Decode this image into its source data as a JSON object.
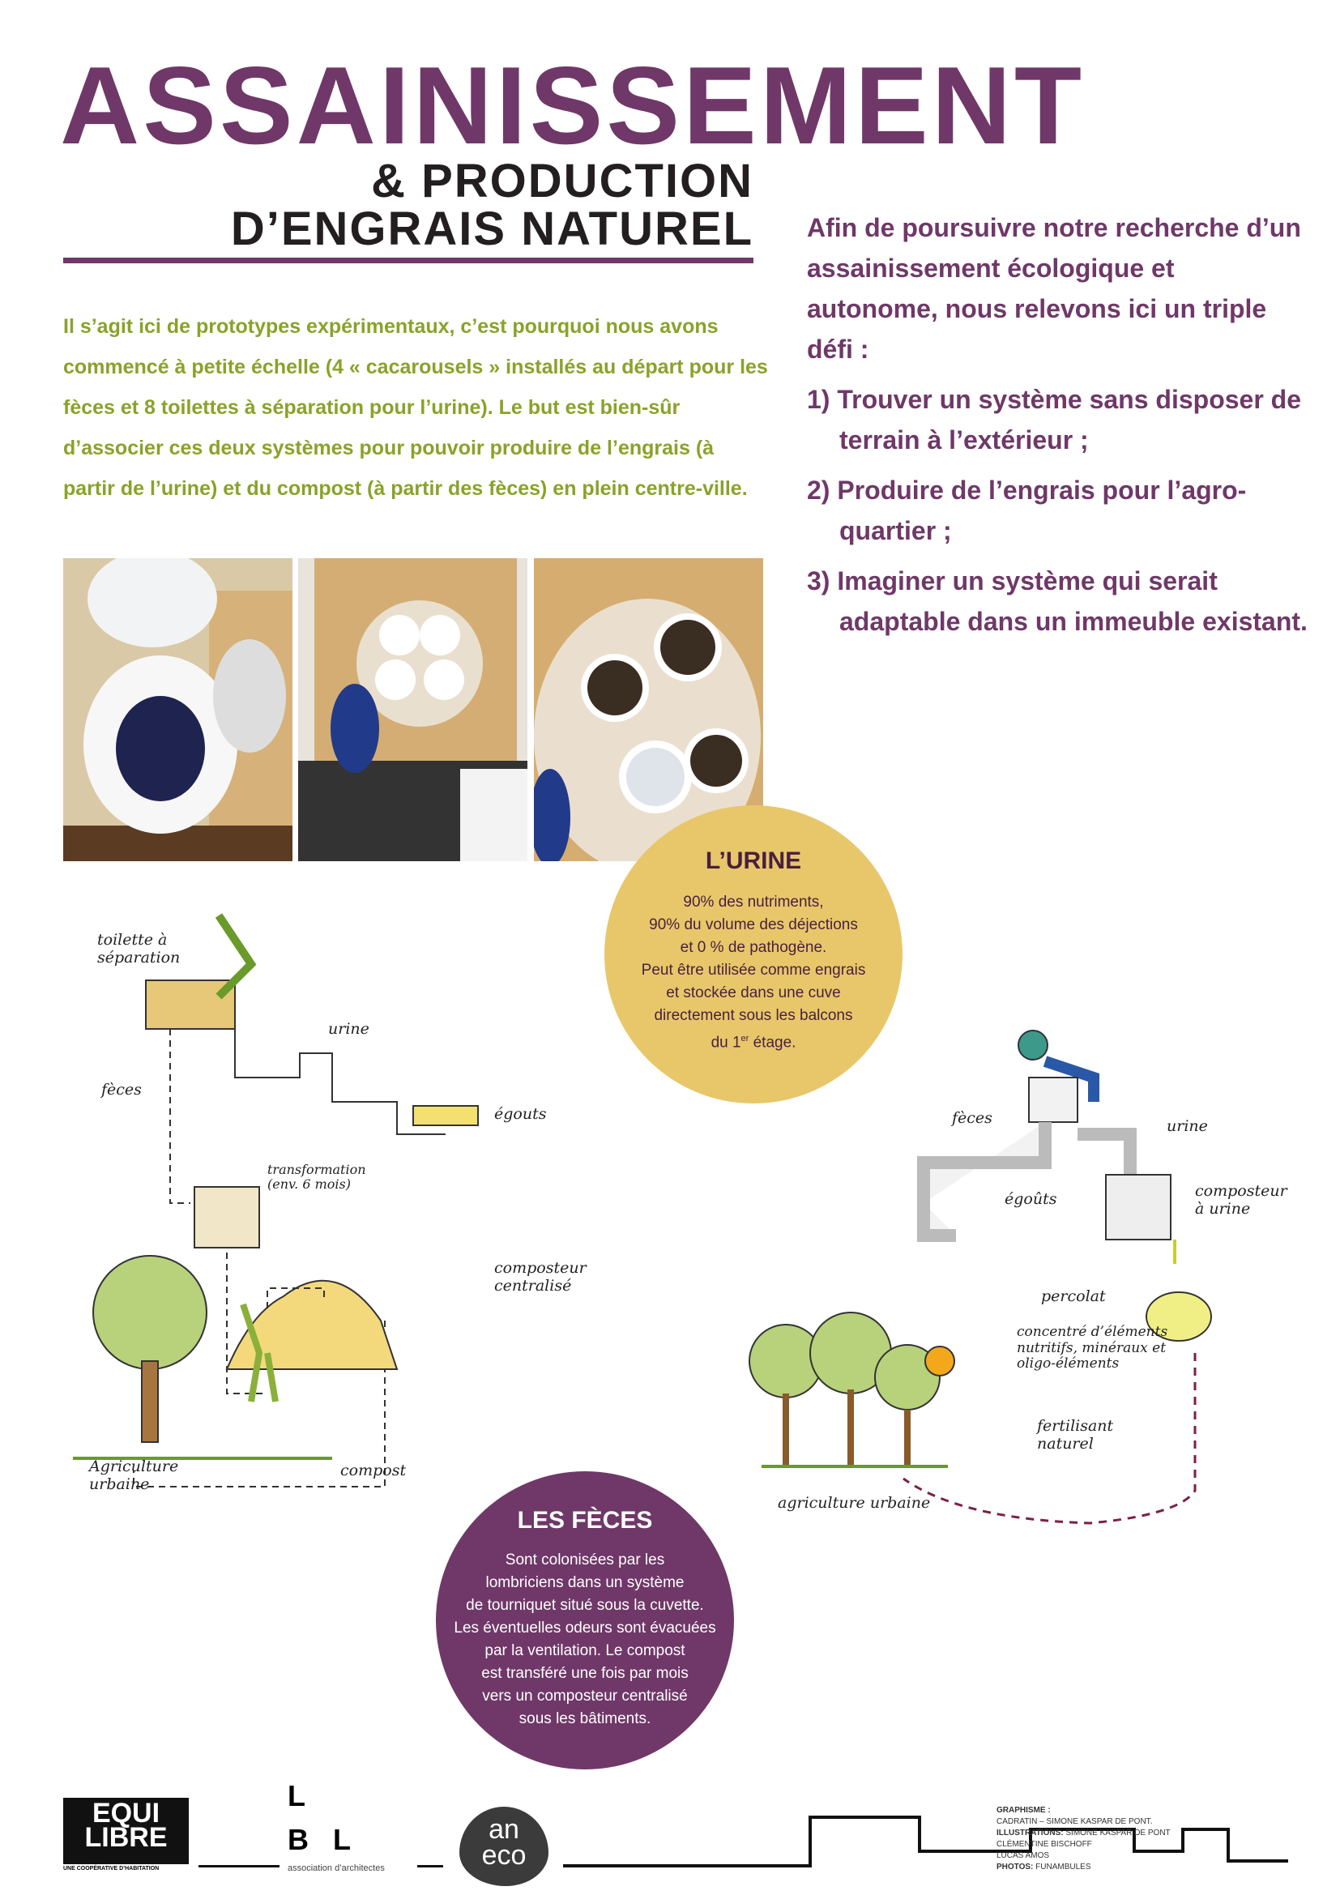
{
  "title": "ASSAINISSEMENT",
  "subtitle_1": "& PRODUCTION",
  "subtitle_2": "D’ENGRAIS NATUREL",
  "intro": "Il s’agit ici de prototypes expérimentaux, c’est pourquoi nous avons commencé à petite échelle (4 « cacarousels » installés au départ pour les fèces et 8 toilettes à séparation pour l’urine). Le but est bien-sûr d’associer ces deux systèmes pour pouvoir produire de l’engrais (à partir de l’urine) et du compost (à partir des fèces) en plein centre-ville.",
  "right": {
    "lead": "Afin de poursuivre notre recherche d’un assainissement écologique et autonome, nous relevons ici un triple défi :",
    "items": [
      "1) Trouver un système sans disposer de terrain à l’extérieur ;",
      "2) Produire de l’engrais pour l’agro-quartier ;",
      "3) Imaginer un système qui serait adaptable dans un immeuble existant."
    ]
  },
  "urine": {
    "title": "L’URINE",
    "lines": [
      "90% des nutriments,",
      "90% du volume des déjections",
      "et 0 % de pathogène.",
      "Peut être utilisée comme engrais",
      "et stockée dans une cuve",
      "directement sous les balcons"
    ],
    "last_pre": "du 1",
    "last_sup": "er",
    "last_post": " étage."
  },
  "feces": {
    "title": "LES FÈCES",
    "lines": [
      "Sont colonisées par les",
      "lombriciens dans un système",
      "de tourniquet situé sous la cuvette.",
      "Les éventuelles odeurs sont évacuées",
      "par la ventilation. Le compost",
      "est transféré une fois par mois",
      "vers un composteur centralisé",
      "sous les bâtiments."
    ]
  },
  "left_illu": {
    "toilet": "toilette à séparation",
    "urine": "urine",
    "feces": "fèces",
    "egouts": "égouts",
    "transformation": "transformation (env. 6 mois)",
    "composteur": "composteur centralisé",
    "agriculture": "Agriculture urbaine",
    "compost": "compost"
  },
  "right_illu": {
    "feces": "fèces",
    "urine": "urine",
    "egouts": "égoûts",
    "composteur": "composteur à urine",
    "percolat": "percolat",
    "concentre": "concentré d’éléments nutritifs, minéraux et oligo-éléments",
    "fertilisant": "fertilisant naturel",
    "agriculture": "agriculture urbaine"
  },
  "footer": {
    "equilibre_1": "EQUI",
    "equilibre_2": "LIBRE",
    "equilibre_tag": "UNE COOPÉRATIVE D’HABITATION",
    "lbl_l": "L",
    "lbl_bl": "B L",
    "lbl_tag": "association d’architectes",
    "aneco_1": "an",
    "aneco_2": "eco",
    "credits": {
      "graphisme_label": "GRAPHISME :",
      "graphisme": "CADRATIN – SIMONE KASPAR DE PONT.",
      "illus_label": "ILLUSTRATIONS:",
      "illus_1": "SIMONE KASPAR DE PONT",
      "illus_2": "CLÉMENTINE BISCHOFF",
      "illus_3": "LUCAS AMOS",
      "photos_label": "PHOTOS:",
      "photos": "FUNAMBULES"
    }
  },
  "colors": {
    "purple": "#6f3868",
    "green": "#8aa22a",
    "yellow": "#e8c76b",
    "dark": "#231f20"
  }
}
